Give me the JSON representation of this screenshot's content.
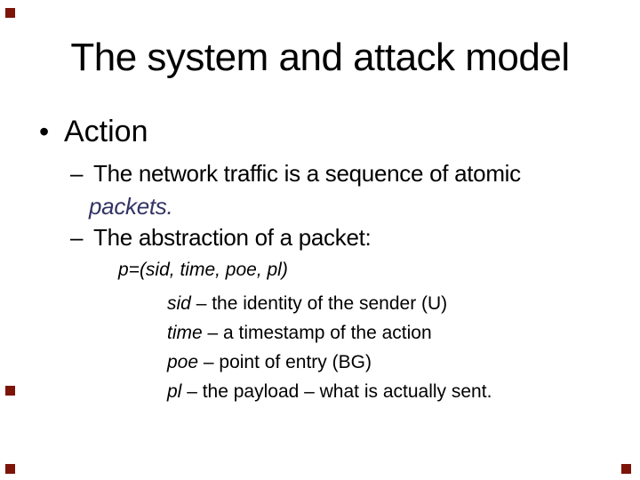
{
  "slide": {
    "title": "The system and attack model",
    "bullets": {
      "bullet_glyph": "•",
      "dash": "–",
      "level1": "Action",
      "sub1_line1": "The network traffic is a sequence of atomic",
      "sub1_line2_highlight": "packets.",
      "sub2": "The abstraction of a packet:"
    },
    "formula": {
      "header": "p=(sid, time, poe, pl)",
      "definitions": [
        {
          "term": "sid",
          "rest": " – the identity of the sender (U)"
        },
        {
          "term": "time",
          "rest": " – a timestamp of the action"
        },
        {
          "term": "poe",
          "rest": " – point of entry (BG)"
        },
        {
          "term": "pl",
          "rest": " – the payload – what is actually sent."
        }
      ]
    }
  },
  "colors": {
    "background": "#ffffff",
    "text": "#000000",
    "highlight": "#333366",
    "corner_marker": "#7d1408"
  }
}
